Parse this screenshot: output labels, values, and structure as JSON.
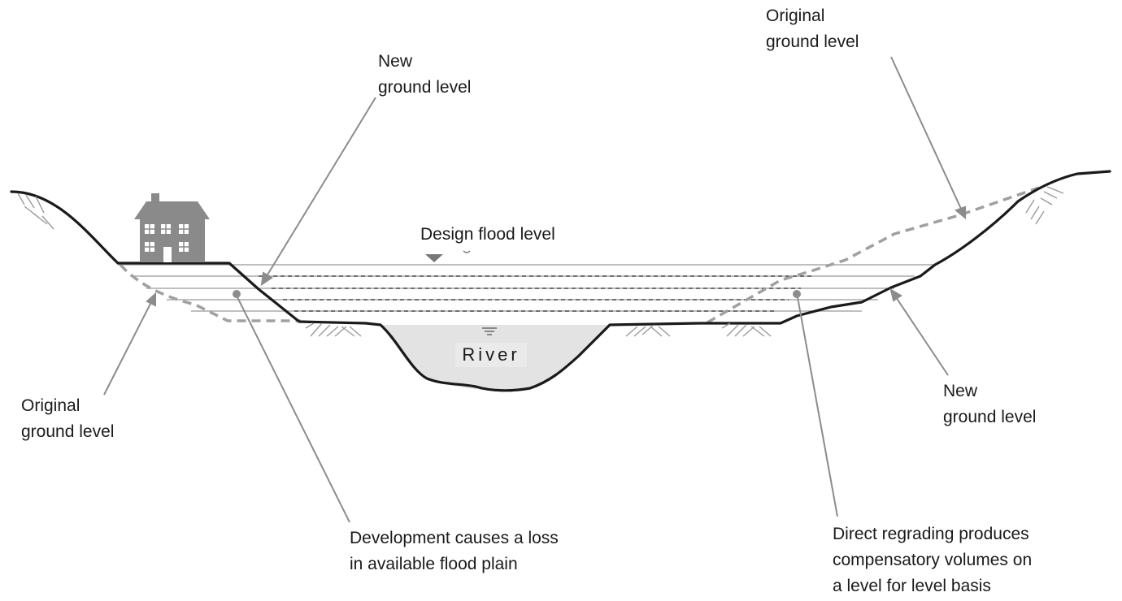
{
  "labels": {
    "new_ground_left": [
      "New",
      "ground level"
    ],
    "original_ground_right": [
      "Original",
      "ground level"
    ],
    "design_flood": "Design flood level",
    "river": "River",
    "original_ground_left": [
      "Original",
      "ground level"
    ],
    "new_ground_right": [
      "New",
      "ground level"
    ],
    "loss_note": [
      "Development causes a loss",
      "in available flood plain"
    ],
    "regrade_note": [
      "Direct regrading produces",
      "compensatory volumes on",
      "a level for level basis"
    ]
  },
  "colors": {
    "ground_line": "#1a1a1a",
    "original_ground_dashed": "#a0a0a0",
    "leader_lines": "#8c8c8c",
    "flood_lines": "#aaaaaa",
    "river_fill": "#e3e3e3",
    "house": "#8a8a8a"
  },
  "icons": {
    "house": "house-icon",
    "water_level": "water-level-symbol",
    "flood_marker": "inverted-triangle-marker"
  }
}
